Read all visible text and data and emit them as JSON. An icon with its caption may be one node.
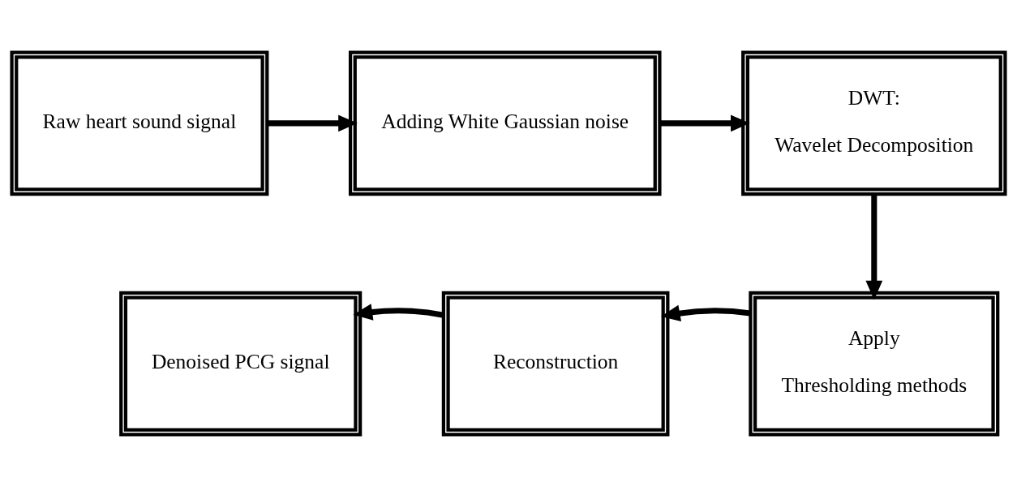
{
  "diagram": {
    "nodes": [
      {
        "text": [
          "Raw heart sound signal"
        ]
      },
      {
        "text": [
          "Adding White Gaussian noise"
        ]
      },
      {
        "text": [
          "DWT:",
          "Wavelet Decomposition"
        ]
      },
      {
        "text": [
          "Apply",
          "Thresholding methods"
        ]
      },
      {
        "text": [
          "Reconstruction"
        ]
      },
      {
        "text": [
          "Denoised PCG signal"
        ]
      }
    ],
    "edges": [
      {
        "from": 0,
        "to": 1,
        "arrow": "to"
      },
      {
        "from": 1,
        "to": 2,
        "arrow": "to"
      },
      {
        "from": 2,
        "to": 3,
        "arrow": "to"
      },
      {
        "from": 3,
        "to": 4,
        "arrow": "to"
      },
      {
        "from": 4,
        "to": 5,
        "arrow": "to"
      }
    ]
  }
}
